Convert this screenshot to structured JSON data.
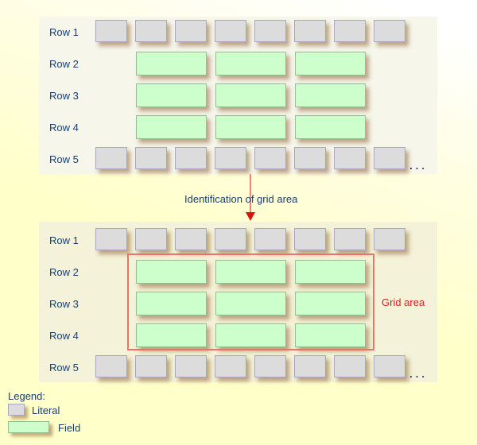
{
  "caption": "Identification of grid area",
  "panels": {
    "before": {
      "rows": [
        {
          "label": "Row 1",
          "type": "literal",
          "count": 8
        },
        {
          "label": "Row 2",
          "type": "field",
          "count": 3
        },
        {
          "label": "Row 3",
          "type": "field",
          "count": 3
        },
        {
          "label": "Row 4",
          "type": "field",
          "count": 3
        },
        {
          "label": "Row 5",
          "type": "literal",
          "count": 8
        }
      ],
      "more_indicator": "..."
    },
    "after": {
      "rows": [
        {
          "label": "Row 1",
          "type": "literal",
          "count": 8
        },
        {
          "label": "Row 2",
          "type": "field",
          "count": 3
        },
        {
          "label": "Row 3",
          "type": "field",
          "count": 3
        },
        {
          "label": "Row 4",
          "type": "field",
          "count": 3
        },
        {
          "label": "Row 5",
          "type": "literal",
          "count": 8
        }
      ],
      "more_indicator": "...",
      "grid_area_label": "Grid area"
    }
  },
  "legend": {
    "title": "Legend:",
    "items": [
      {
        "swatch": "literal",
        "label": "Literal"
      },
      {
        "swatch": "field",
        "label": "Field"
      }
    ]
  },
  "colors": {
    "literal_fill": "#dcdcdc",
    "field_fill": "#ccffcc",
    "grid_rect_red": "#ec7466",
    "arrow_line": "#f0837a",
    "arrow_head": "#df120a",
    "label_red": "#d9221c",
    "text_navy": "#1b3e6f",
    "page_top": "#ffffff",
    "page_bottom": "#ffffc9"
  }
}
